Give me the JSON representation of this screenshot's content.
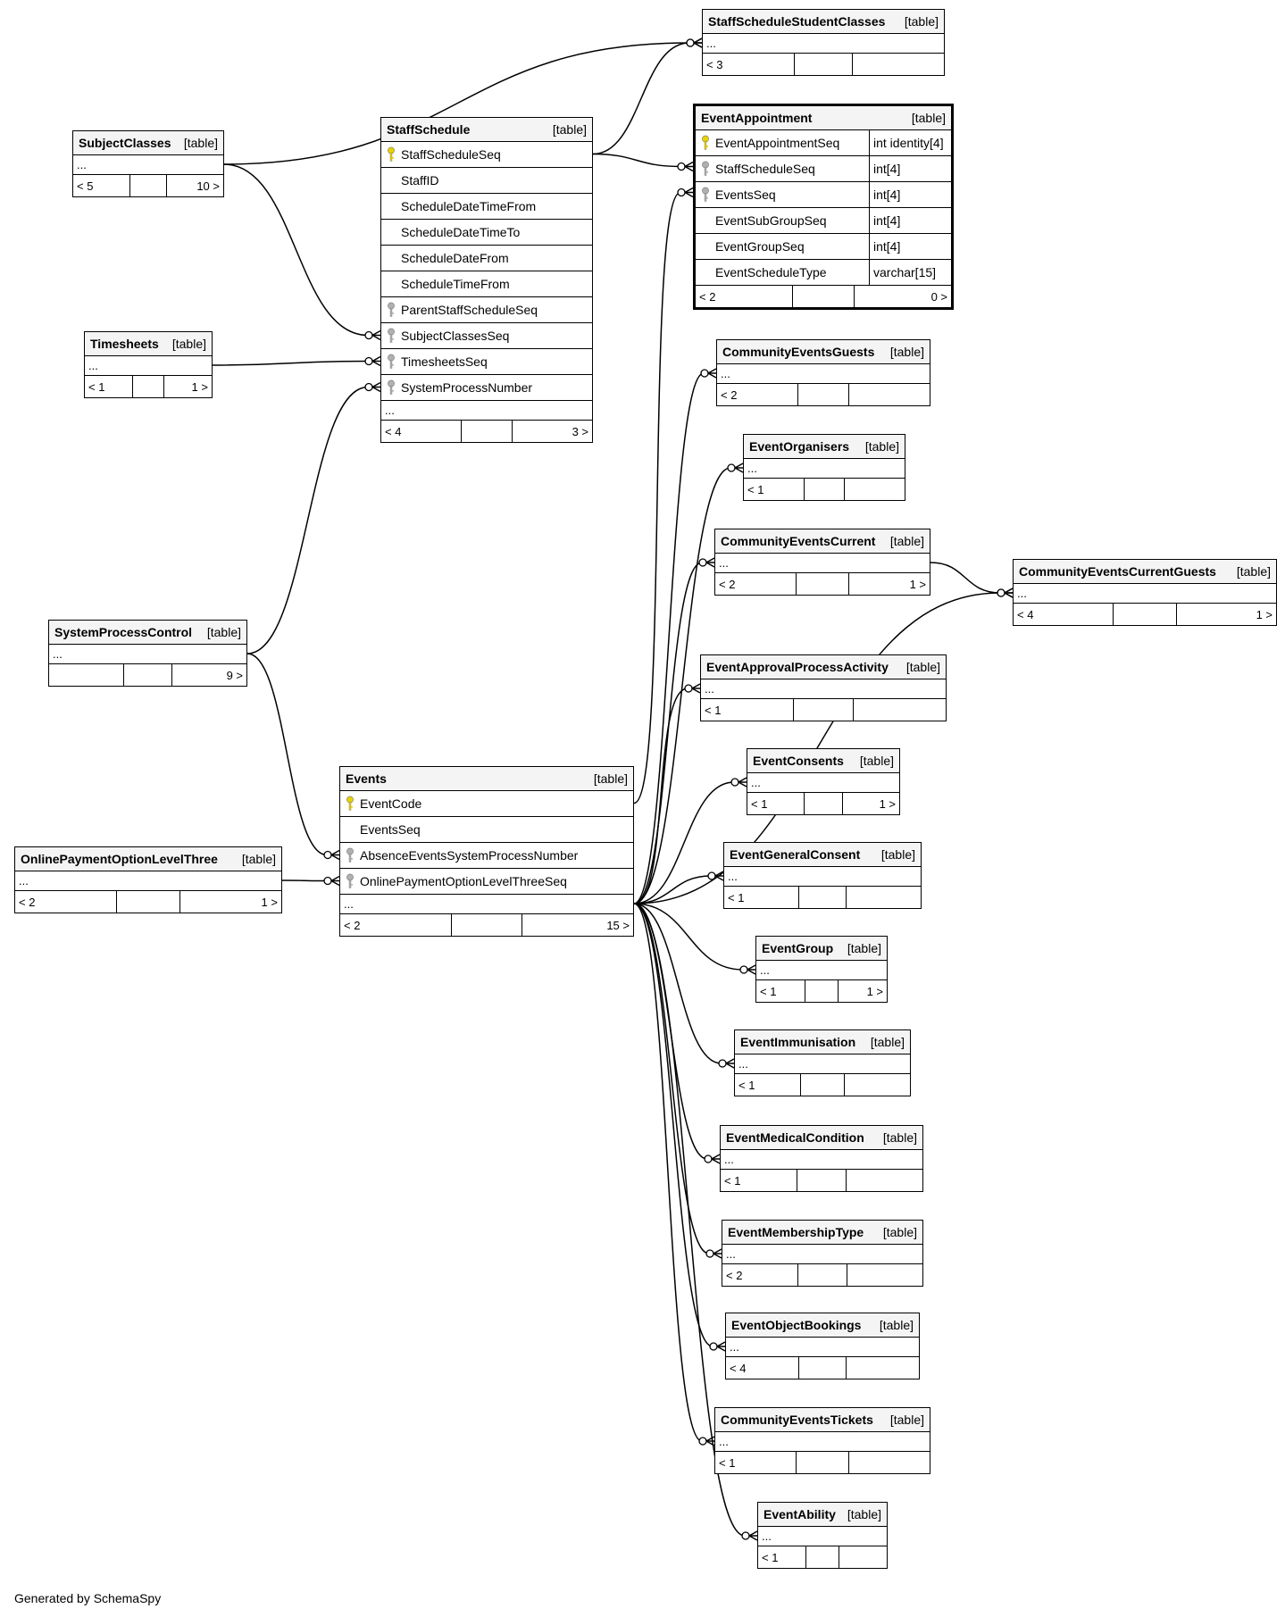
{
  "diagram": {
    "footer": "Generated by SchemaSpy",
    "type_label": "[table]",
    "ellipsis": "...",
    "tables": [
      {
        "id": "StaffScheduleStudentClasses",
        "name": "StaffScheduleStudentClasses",
        "left": "< 3",
        "right": ""
      },
      {
        "id": "SubjectClasses",
        "name": "SubjectClasses",
        "left": "< 5",
        "right": "10 >"
      },
      {
        "id": "StaffSchedule",
        "name": "StaffSchedule",
        "left": "< 4",
        "right": "3 >",
        "columns": [
          {
            "name": "StaffScheduleSeq",
            "key": "primary"
          },
          {
            "name": "StaffID",
            "key": "none"
          },
          {
            "name": "ScheduleDateTimeFrom",
            "key": "none"
          },
          {
            "name": "ScheduleDateTimeTo",
            "key": "none"
          },
          {
            "name": "ScheduleDateFrom",
            "key": "none"
          },
          {
            "name": "ScheduleTimeFrom",
            "key": "none"
          },
          {
            "name": "ParentStaffScheduleSeq",
            "key": "foreign"
          },
          {
            "name": "SubjectClassesSeq",
            "key": "foreign"
          },
          {
            "name": "TimesheetsSeq",
            "key": "foreign"
          },
          {
            "name": "SystemProcessNumber",
            "key": "foreign"
          }
        ]
      },
      {
        "id": "EventAppointment",
        "name": "EventAppointment",
        "left": "< 2",
        "right": "0 >",
        "columns": [
          {
            "name": "EventAppointmentSeq",
            "type": "int identity[4]",
            "key": "primary"
          },
          {
            "name": "StaffScheduleSeq",
            "type": "int[4]",
            "key": "foreign"
          },
          {
            "name": "EventsSeq",
            "type": "int[4]",
            "key": "foreign"
          },
          {
            "name": "EventSubGroupSeq",
            "type": "int[4]",
            "key": "none"
          },
          {
            "name": "EventGroupSeq",
            "type": "int[4]",
            "key": "none"
          },
          {
            "name": "EventScheduleType",
            "type": "varchar[15]",
            "key": "none"
          }
        ]
      },
      {
        "id": "Timesheets",
        "name": "Timesheets",
        "left": "< 1",
        "right": "1 >"
      },
      {
        "id": "CommunityEventsGuests",
        "name": "CommunityEventsGuests",
        "left": "< 2",
        "right": ""
      },
      {
        "id": "EventOrganisers",
        "name": "EventOrganisers",
        "left": "< 1",
        "right": ""
      },
      {
        "id": "CommunityEventsCurrent",
        "name": "CommunityEventsCurrent",
        "left": "< 2",
        "right": "1 >"
      },
      {
        "id": "CommunityEventsCurrentGuests",
        "name": "CommunityEventsCurrentGuests",
        "left": "< 4",
        "right": "1 >"
      },
      {
        "id": "SystemProcessControl",
        "name": "SystemProcessControl",
        "left": "",
        "right": "9 >"
      },
      {
        "id": "EventApprovalProcessActivity",
        "name": "EventApprovalProcessActivity",
        "left": "< 1",
        "right": ""
      },
      {
        "id": "EventConsents",
        "name": "EventConsents",
        "left": "< 1",
        "right": "1 >"
      },
      {
        "id": "Events",
        "name": "Events",
        "left": "< 2",
        "right": "15 >",
        "columns": [
          {
            "name": "EventCode",
            "key": "primary"
          },
          {
            "name": "EventsSeq",
            "key": "none"
          },
          {
            "name": "AbsenceEventsSystemProcessNumber",
            "key": "foreign"
          },
          {
            "name": "OnlinePaymentOptionLevelThreeSeq",
            "key": "foreign"
          }
        ]
      },
      {
        "id": "OnlinePaymentOptionLevelThree",
        "name": "OnlinePaymentOptionLevelThree",
        "left": "< 2",
        "right": "1 >"
      },
      {
        "id": "EventGeneralConsent",
        "name": "EventGeneralConsent",
        "left": "< 1",
        "right": ""
      },
      {
        "id": "EventGroup",
        "name": "EventGroup",
        "left": "< 1",
        "right": "1 >"
      },
      {
        "id": "EventImmunisation",
        "name": "EventImmunisation",
        "left": "< 1",
        "right": ""
      },
      {
        "id": "EventMedicalCondition",
        "name": "EventMedicalCondition",
        "left": "< 1",
        "right": ""
      },
      {
        "id": "EventMembershipType",
        "name": "EventMembershipType",
        "left": "< 2",
        "right": ""
      },
      {
        "id": "EventObjectBookings",
        "name": "EventObjectBookings",
        "left": "< 4",
        "right": ""
      },
      {
        "id": "CommunityEventsTickets",
        "name": "CommunityEventsTickets",
        "left": "< 1",
        "right": ""
      },
      {
        "id": "EventAbility",
        "name": "EventAbility",
        "left": "< 1",
        "right": ""
      }
    ],
    "relationships": [
      {
        "from": "StaffSchedule",
        "from_column": "StaffScheduleSeq",
        "to": "StaffScheduleStudentClasses"
      },
      {
        "from": "SubjectClasses",
        "to": "StaffScheduleStudentClasses"
      },
      {
        "from": "SubjectClasses",
        "to": "StaffSchedule",
        "to_column": "SubjectClassesSeq"
      },
      {
        "from": "Timesheets",
        "to": "StaffSchedule",
        "to_column": "TimesheetsSeq"
      },
      {
        "from": "SystemProcessControl",
        "to": "StaffSchedule",
        "to_column": "SystemProcessNumber"
      },
      {
        "from": "StaffSchedule",
        "from_column": "StaffScheduleSeq",
        "to": "EventAppointment",
        "to_column": "StaffScheduleSeq"
      },
      {
        "from": "Events",
        "from_column": "EventCode",
        "to": "EventAppointment",
        "to_column": "EventsSeq"
      },
      {
        "from": "SystemProcessControl",
        "to": "Events",
        "to_column": "AbsenceEventsSystemProcessNumber"
      },
      {
        "from": "OnlinePaymentOptionLevelThree",
        "to": "Events",
        "to_column": "OnlinePaymentOptionLevelThreeSeq"
      },
      {
        "from": "Events",
        "to": "CommunityEventsGuests"
      },
      {
        "from": "Events",
        "to": "EventOrganisers"
      },
      {
        "from": "Events",
        "to": "CommunityEventsCurrent"
      },
      {
        "from": "Events",
        "to": "CommunityEventsCurrentGuests"
      },
      {
        "from": "CommunityEventsCurrent",
        "to": "CommunityEventsCurrentGuests"
      },
      {
        "from": "Events",
        "to": "EventApprovalProcessActivity"
      },
      {
        "from": "Events",
        "to": "EventConsents"
      },
      {
        "from": "Events",
        "to": "EventGeneralConsent"
      },
      {
        "from": "Events",
        "to": "EventGroup"
      },
      {
        "from": "Events",
        "to": "EventImmunisation"
      },
      {
        "from": "Events",
        "to": "EventMedicalCondition"
      },
      {
        "from": "Events",
        "to": "EventMembershipType"
      },
      {
        "from": "Events",
        "to": "EventObjectBookings"
      },
      {
        "from": "Events",
        "to": "CommunityEventsTickets"
      },
      {
        "from": "Events",
        "to": "EventAbility"
      }
    ],
    "colors": {
      "primary_key": "#e6d200",
      "foreign_key": "#b0b0b0",
      "line": "#000000",
      "header_bg": "#f4f4f4"
    }
  }
}
